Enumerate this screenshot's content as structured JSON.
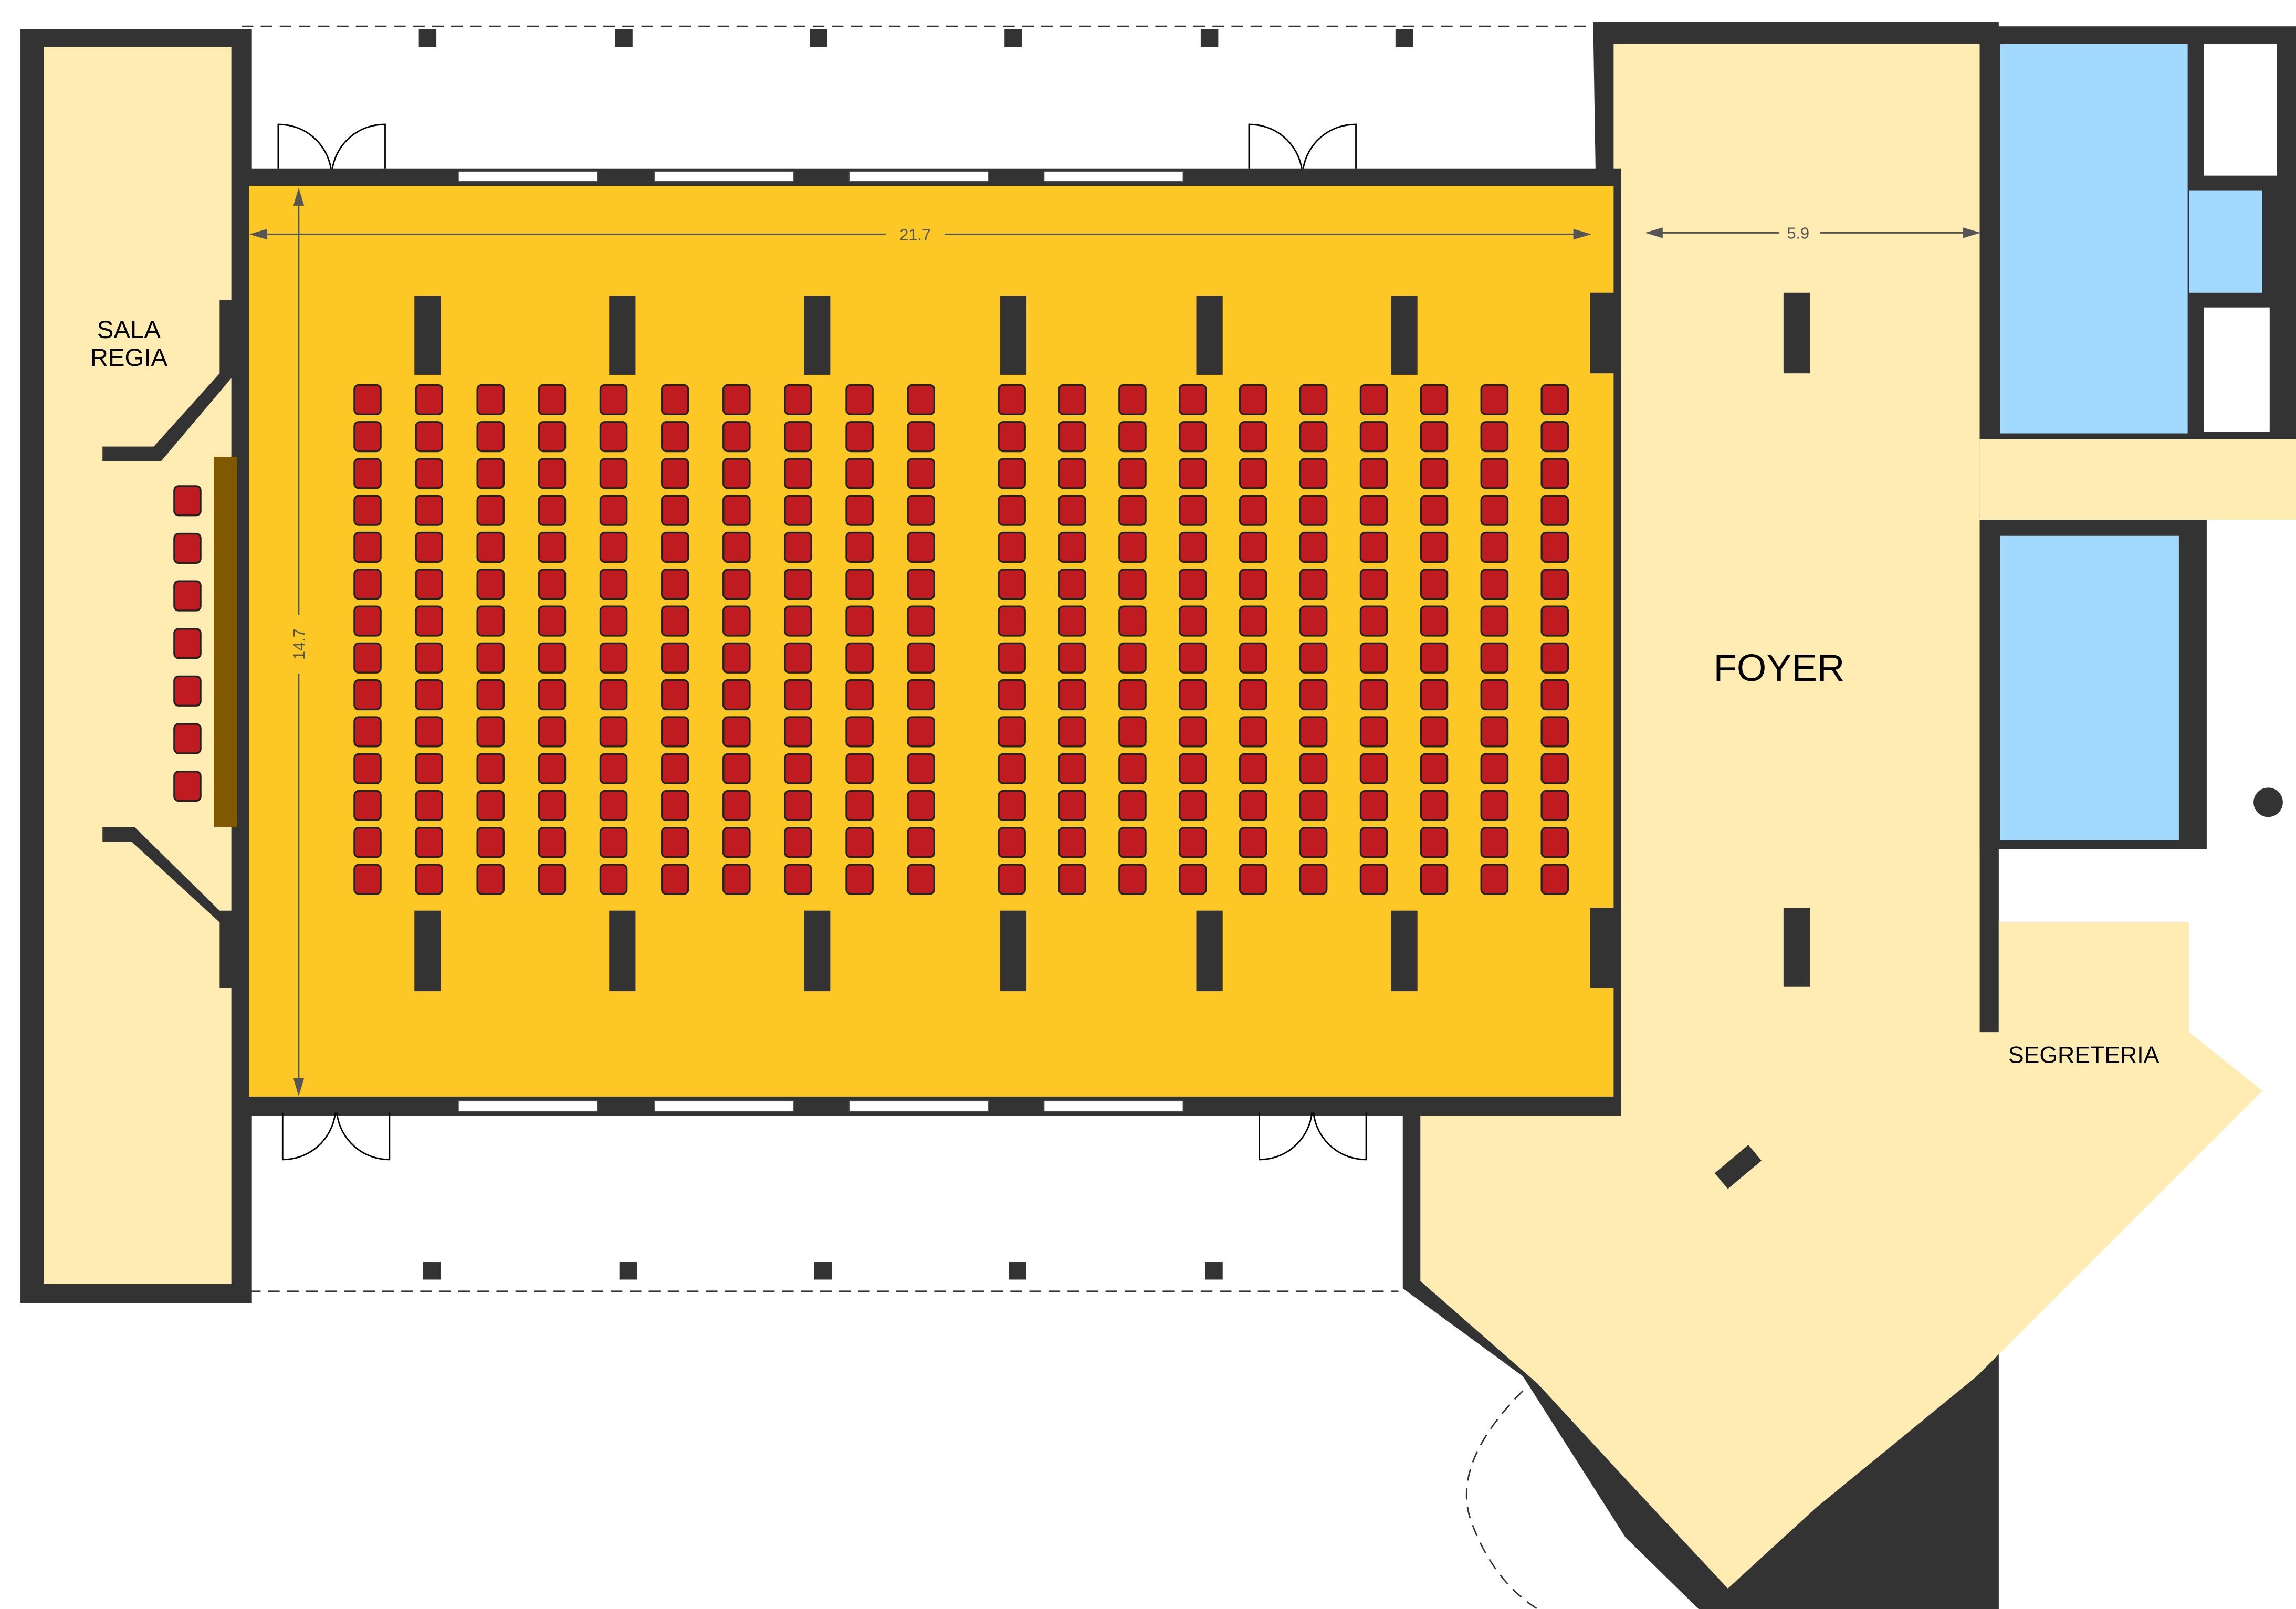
{
  "rooms": {
    "foyer": "FOYER",
    "sala_regia_line1": "SALA",
    "sala_regia_line2": "REGIA",
    "segreteria": "SEGRETERIA"
  },
  "dimensions": {
    "hall_width": "21.7",
    "hall_depth": "14.7",
    "foyer_width": "5.9"
  },
  "seating": {
    "hall_rows": 14,
    "hall_columns": 20,
    "regia_seats": 7
  },
  "colors": {
    "hall": "#FDC825",
    "foyer": "#FEECB3",
    "wc": "#A2D9FF",
    "wall": "#333333",
    "seat": "#C01B20",
    "desk": "#7F5800"
  }
}
